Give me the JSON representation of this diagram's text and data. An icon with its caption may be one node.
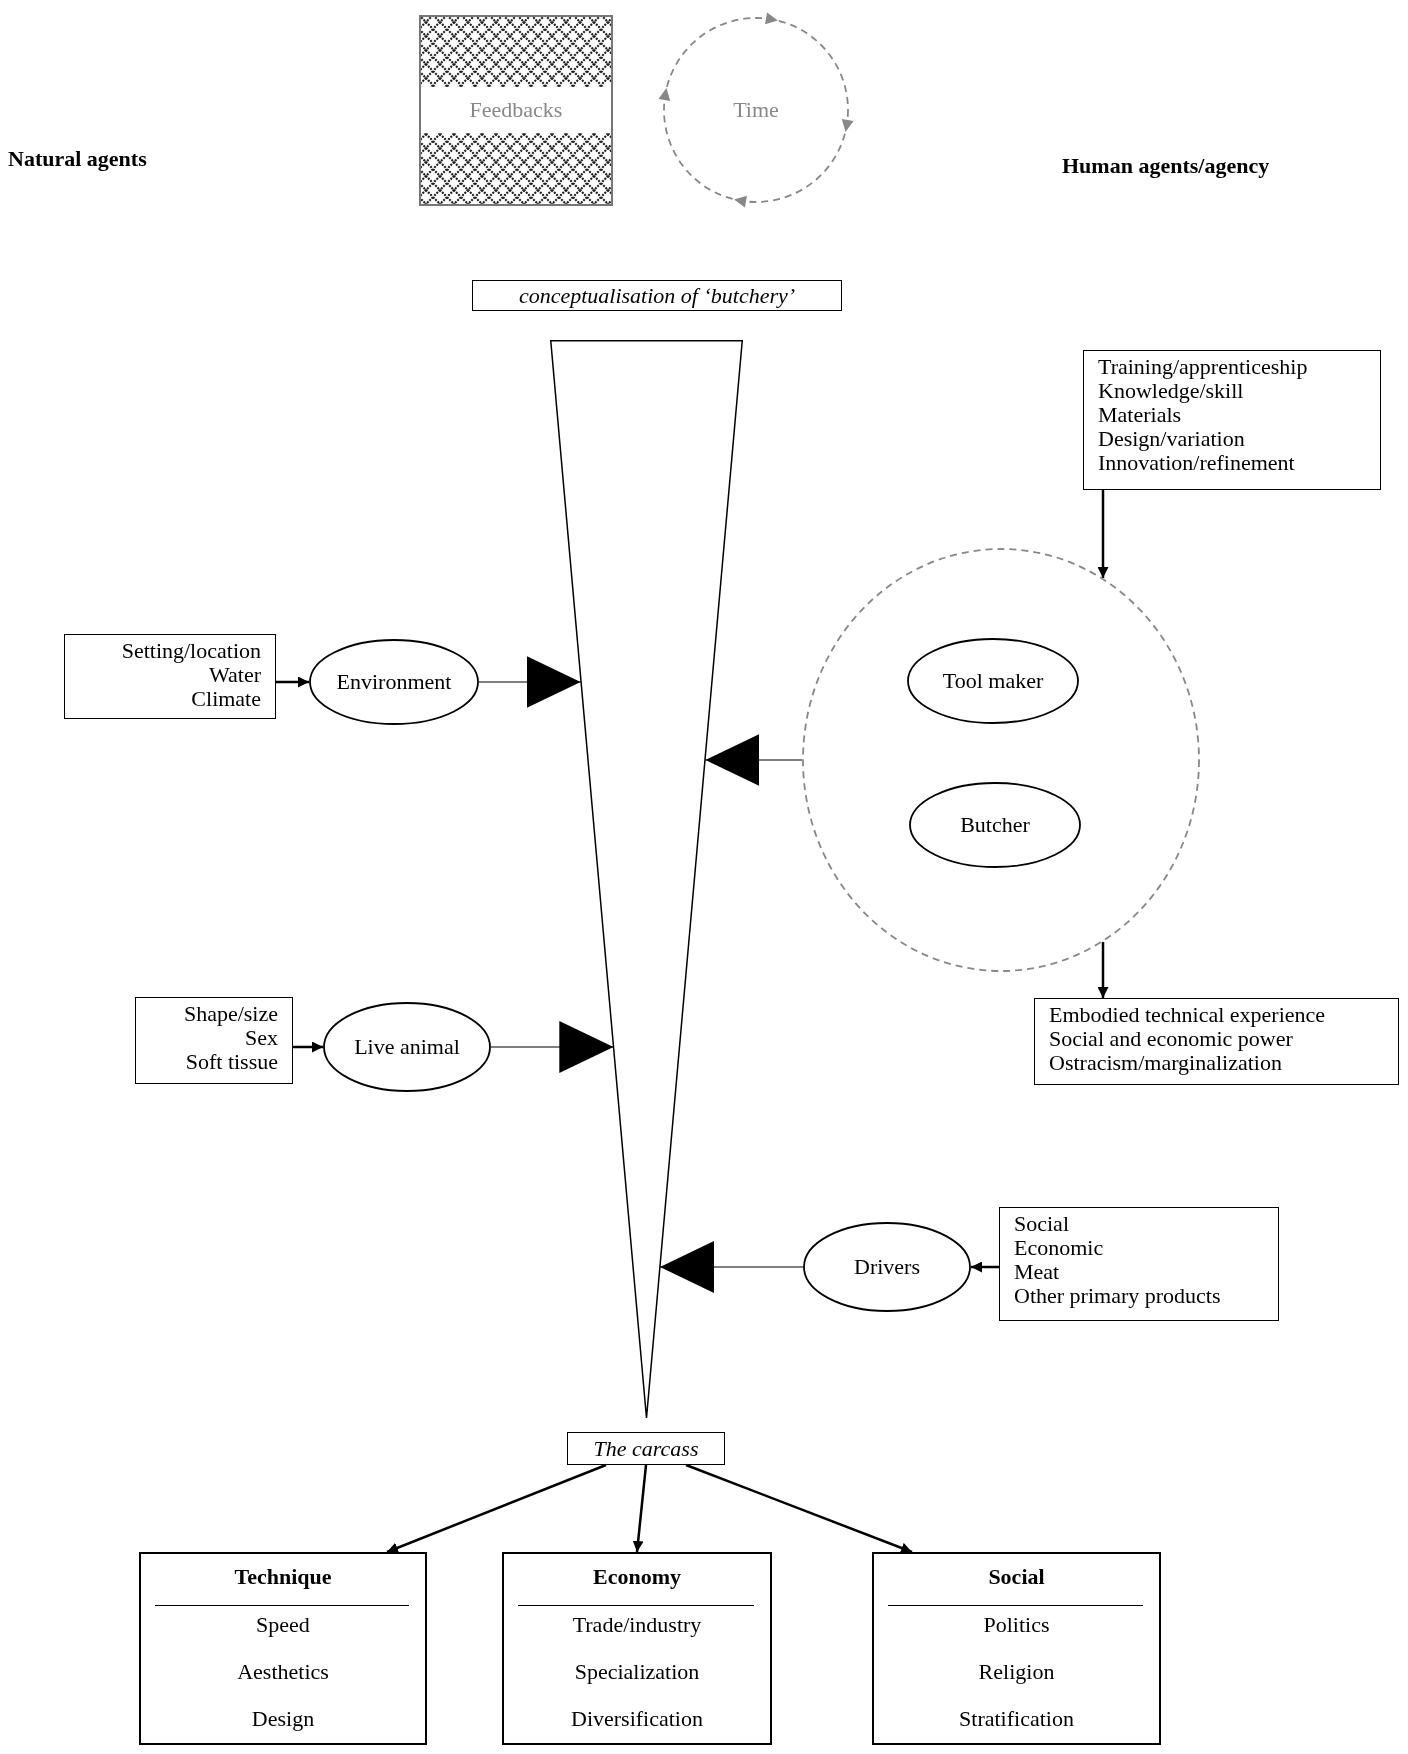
{
  "diagram": {
    "nodes": [
      {
        "text": [
          "Feedbacks"
        ]
      },
      {
        "text": [
          "Time"
        ]
      },
      {
        "text": [
          "conceptualisation of ‘butchery’"
        ]
      },
      {
        "text": [],
        "shape": "triangle"
      },
      {
        "text": [
          "Training/apprenticeship",
          "Knowledge/skill",
          "Materials",
          "Design/variation",
          "Innovation/refinement"
        ]
      },
      {
        "text": [],
        "shape": "ellipse"
      },
      {
        "text": [
          "Tool maker"
        ],
        "in": 5
      },
      {
        "text": [
          "Butcher"
        ],
        "in": 5
      },
      {
        "text": [
          "Embodied technical experience",
          "Social and economic power",
          "Ostracism/marginalization"
        ]
      },
      {
        "text": [
          "Setting/location",
          "Water",
          "Climate"
        ]
      },
      {
        "text": [
          "Environment"
        ]
      },
      {
        "text": [
          "Shape/size",
          "Sex",
          "Soft tissue"
        ]
      },
      {
        "text": [
          "Live animal"
        ]
      },
      {
        "text": [
          "Drivers"
        ]
      },
      {
        "text": [
          "Social",
          "Economic",
          "Meat",
          "Other primary products"
        ]
      },
      {
        "text": [
          "The carcass"
        ]
      },
      {
        "text": [
          "Technique",
          "Speed",
          "Aesthetics",
          "Design"
        ]
      },
      {
        "text": [
          "Economy",
          "Trade/industry",
          "Specialization",
          "Diversification"
        ]
      },
      {
        "text": [
          "Social",
          "Politics",
          "Religion",
          "Stratification"
        ]
      }
    ],
    "edges": [
      {
        "from": 9,
        "to": 10,
        "arrow": "to"
      },
      {
        "from": 10,
        "to": 3,
        "arrow": "to"
      },
      {
        "from": 4,
        "to": 5,
        "arrow": "to"
      },
      {
        "from": 5,
        "to": 8,
        "arrow": "to"
      },
      {
        "from": 5,
        "to": 3,
        "arrow": "to"
      },
      {
        "from": 11,
        "to": 12,
        "arrow": "to"
      },
      {
        "from": 12,
        "to": 3,
        "arrow": "to"
      },
      {
        "from": 14,
        "to": 13,
        "arrow": "to"
      },
      {
        "from": 13,
        "to": 3,
        "arrow": "to"
      },
      {
        "from": 15,
        "to": 16,
        "arrow": "to"
      },
      {
        "from": 15,
        "to": 17,
        "arrow": "to"
      },
      {
        "from": 15,
        "to": 18,
        "arrow": "to"
      }
    ],
    "labels": [
      "Natural agents",
      "Human agents/agency"
    ]
  }
}
